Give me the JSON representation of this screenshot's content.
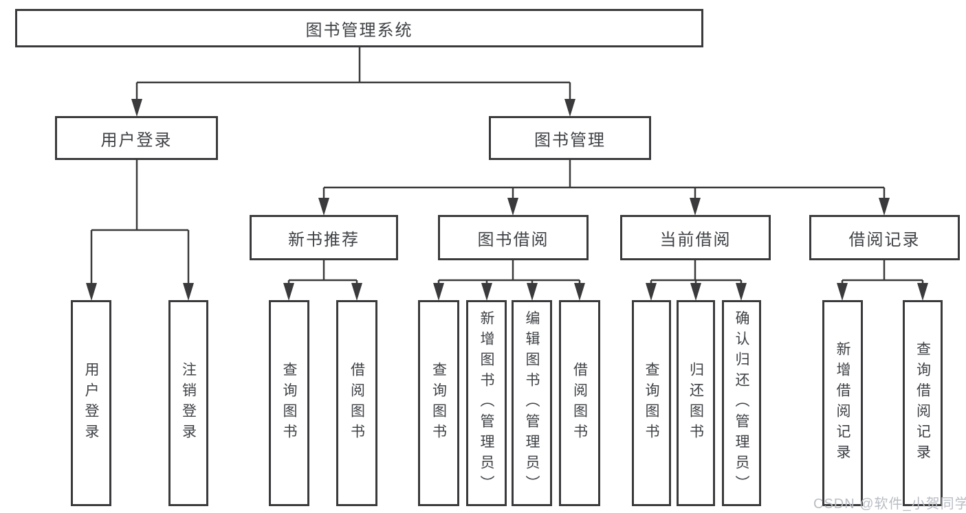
{
  "diagram": {
    "type": "function-structure-tree",
    "colors": {
      "line": "#3a3a3c",
      "box_border": "#3a3a3c",
      "text": "#3e4145",
      "background": "#ffffff",
      "watermark": "#b9bdc3"
    },
    "tree": {
      "label": "图书管理系统",
      "children": [
        {
          "label": "用户登录",
          "children": [
            {
              "label": "用户登录"
            },
            {
              "label": "注销登录"
            }
          ]
        },
        {
          "label": "图书管理",
          "children": [
            {
              "label": "新书推荐",
              "children": [
                {
                  "label": "查询图书"
                },
                {
                  "label": "借阅图书"
                }
              ]
            },
            {
              "label": "图书借阅",
              "children": [
                {
                  "label": "查询图书"
                },
                {
                  "label": "新增图书（管理员）"
                },
                {
                  "label": "编辑图书（管理员）"
                },
                {
                  "label": "借阅图书"
                }
              ]
            },
            {
              "label": "当前借阅",
              "children": [
                {
                  "label": "查询图书"
                },
                {
                  "label": "归还图书"
                },
                {
                  "label": "确认归还（管理员）"
                }
              ]
            },
            {
              "label": "借阅记录",
              "children": [
                {
                  "label": "新增借阅记录"
                },
                {
                  "label": "查询借阅记录"
                }
              ]
            }
          ]
        }
      ]
    },
    "watermark": "CSDN @软件_小贺同学"
  }
}
